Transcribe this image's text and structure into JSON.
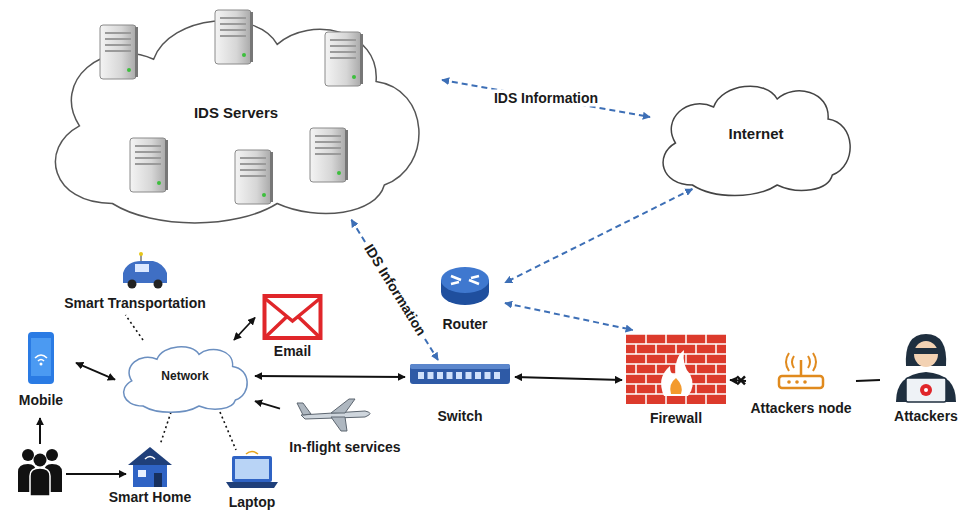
{
  "diagram": {
    "nodes": [
      {
        "text": [
          "IDS Servers"
        ]
      },
      {
        "text": [
          "Internet"
        ]
      },
      {
        "text": [
          "Smart Transportation"
        ]
      },
      {
        "text": [
          "Router"
        ]
      },
      {
        "text": [
          "Email"
        ]
      },
      {
        "text": [
          "Mobile"
        ]
      },
      {
        "text": [
          "Network"
        ]
      },
      {
        "text": [
          "Switch"
        ]
      },
      {
        "text": [
          "Firewall"
        ]
      },
      {
        "text": [
          "Attackers node"
        ]
      },
      {
        "text": [
          "Attackers"
        ]
      },
      {
        "text": [
          "In-flight services"
        ]
      },
      {
        "text": [
          "Smart Home"
        ]
      },
      {
        "text": [
          "Laptop"
        ]
      }
    ],
    "edges": [
      {
        "from": 0,
        "to": 1,
        "arrow": "both",
        "label": "IDS Information"
      },
      {
        "from": 0,
        "to": 7,
        "arrow": "both",
        "label": "IDS Information"
      },
      {
        "from": 1,
        "to": 3,
        "arrow": "both"
      },
      {
        "from": 3,
        "to": 8,
        "arrow": "both"
      },
      {
        "from": 6,
        "to": 7,
        "arrow": "both"
      },
      {
        "from": 7,
        "to": 8,
        "arrow": "both"
      },
      {
        "from": 9,
        "to": 8,
        "arrow": "to"
      },
      {
        "from": 10,
        "to": 9,
        "arrow": "none"
      },
      {
        "from": 6,
        "to": 2,
        "arrow": "none"
      },
      {
        "from": 6,
        "to": 4,
        "arrow": "both"
      },
      {
        "from": 5,
        "to": 6,
        "arrow": "both"
      },
      {
        "from": 11,
        "to": 6,
        "arrow": "to"
      },
      {
        "from": 6,
        "to": 12,
        "arrow": "none"
      },
      {
        "from": 6,
        "to": 13,
        "arrow": "none"
      }
    ]
  }
}
